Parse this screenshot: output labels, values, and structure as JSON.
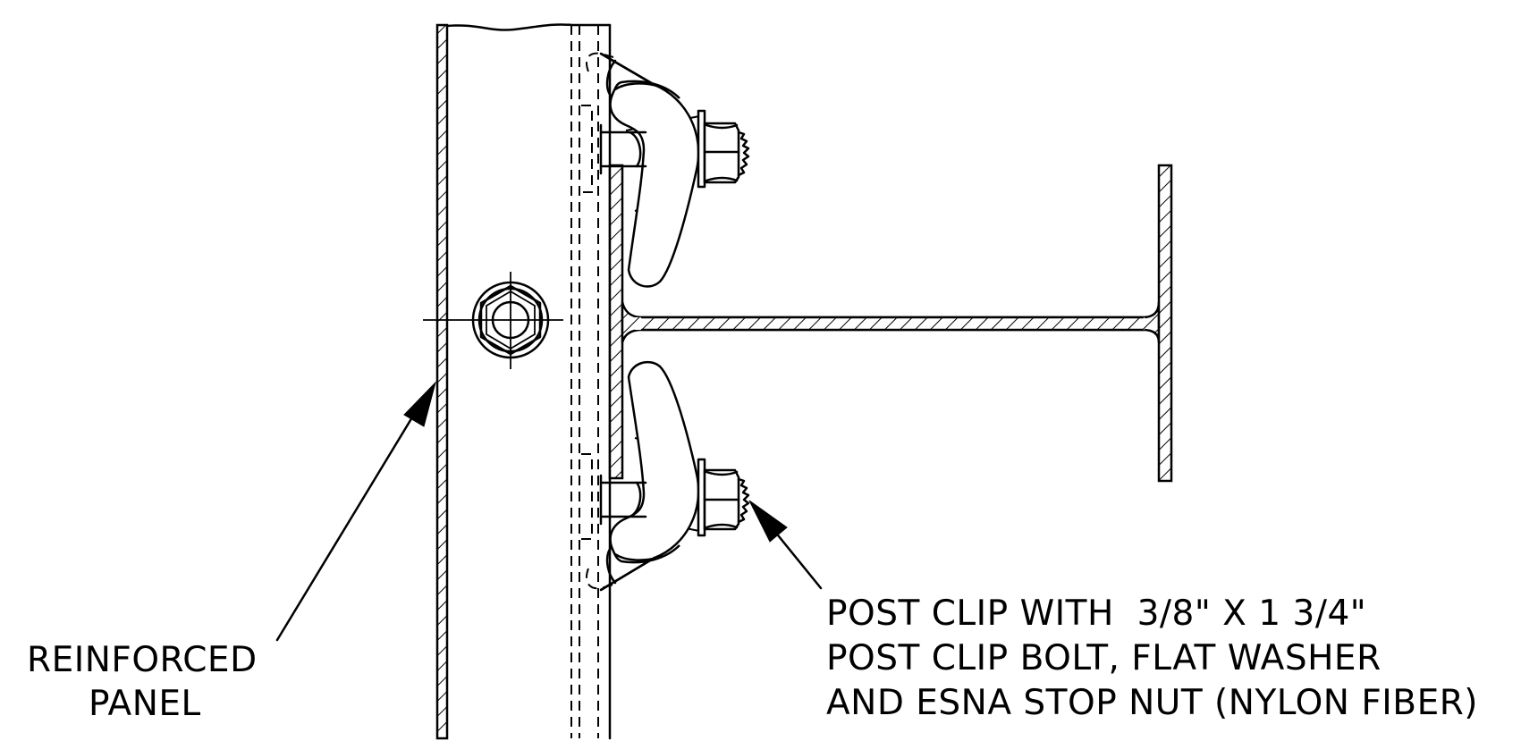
{
  "labels": {
    "panel_line1": "REINFORCED",
    "panel_line2": "PANEL",
    "clip_line1": "POST CLIP WITH  3/8\" X 1 3/4\"",
    "clip_line2": "POST CLIP BOLT, FLAT WASHER",
    "clip_line3": "AND ESNA STOP NUT (NYLON FIBER)"
  },
  "colors": {
    "line": "#000000",
    "background": "#ffffff"
  }
}
